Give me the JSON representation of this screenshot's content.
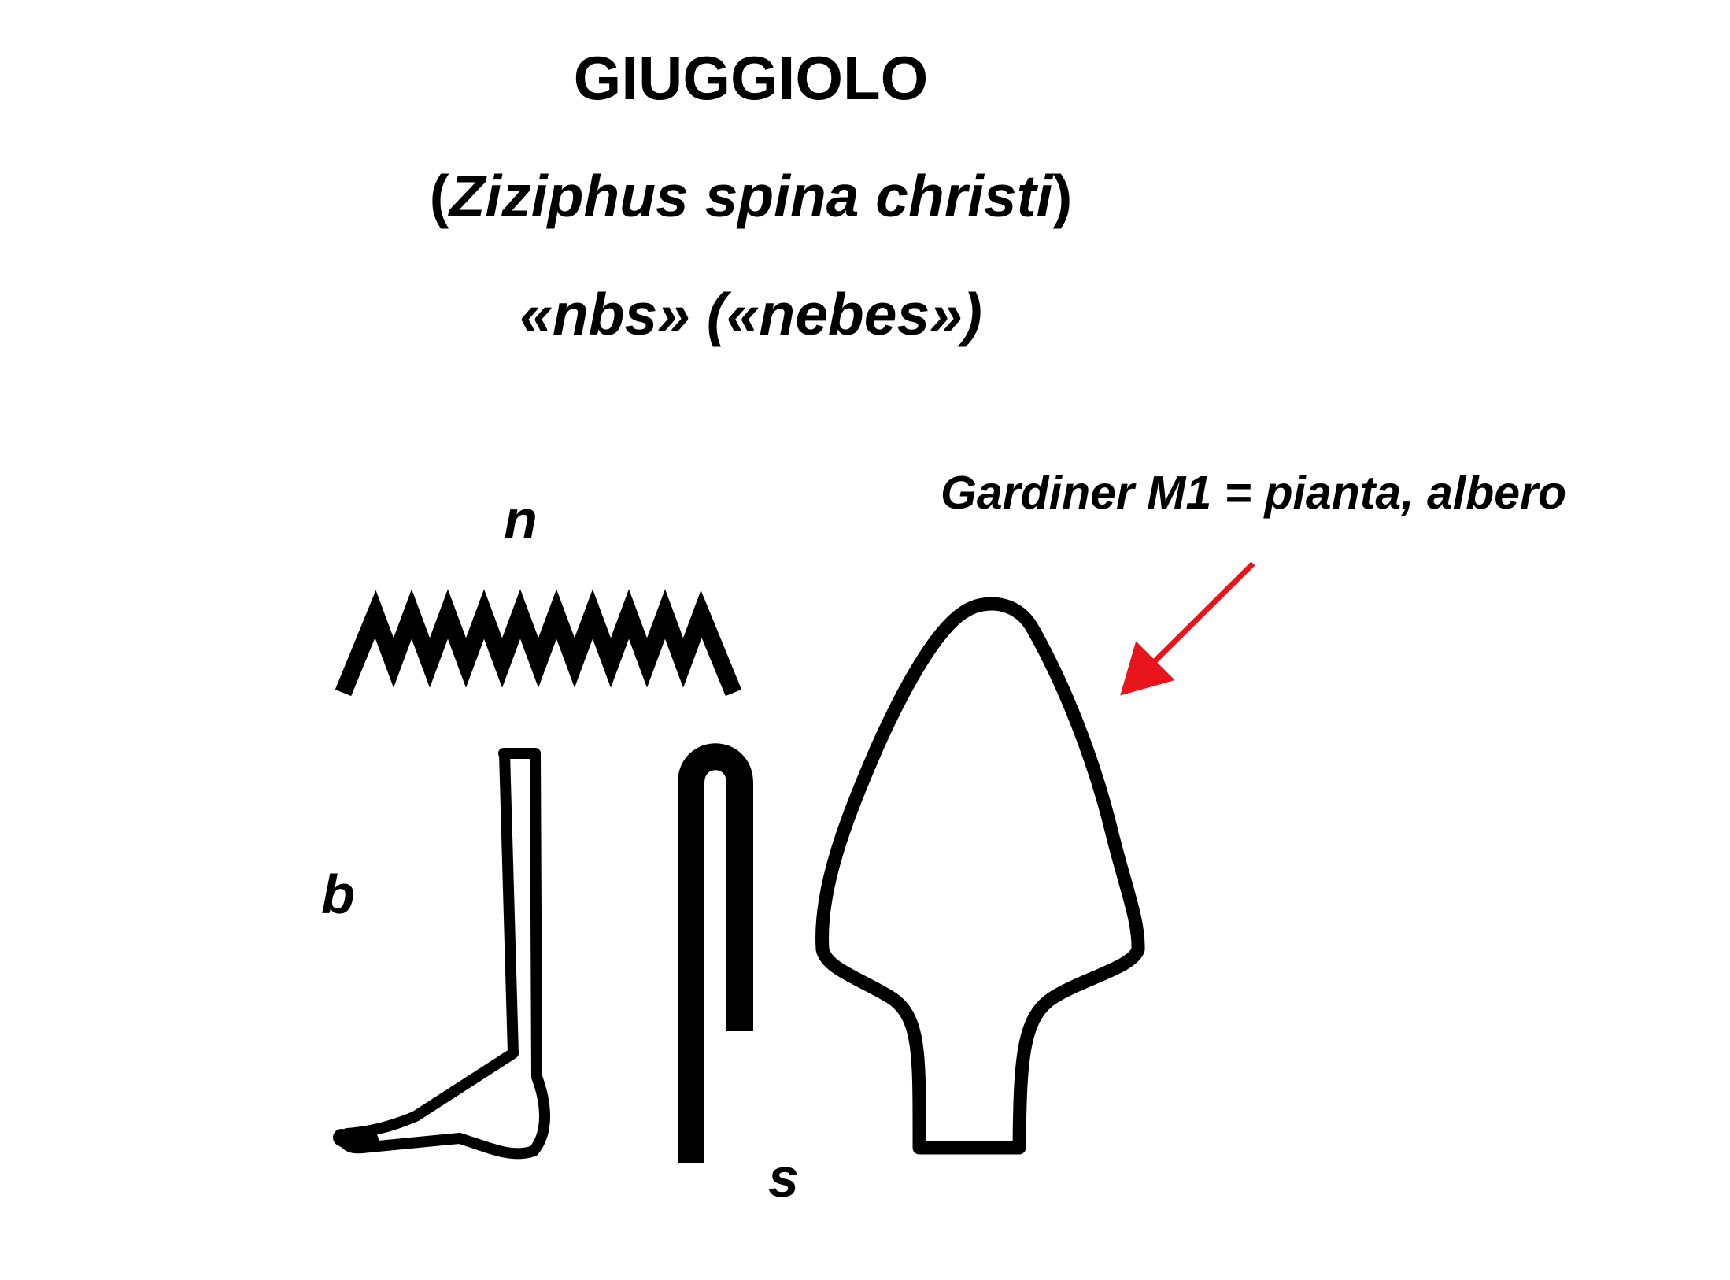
{
  "title": {
    "name": "GIUGGIOLO",
    "scientific_open": "(",
    "scientific_name": "Ziziphus spina christi",
    "scientific_close": ")",
    "transliteration": "«nbs» («nebes»)"
  },
  "hieroglyphs": [
    {
      "phonetic": "n",
      "icon": "water-ripple-hieroglyph-icon"
    },
    {
      "phonetic": "b",
      "icon": "foot-leg-hieroglyph-icon"
    },
    {
      "phonetic": "s",
      "icon": "folded-cloth-hieroglyph-icon"
    }
  ],
  "determinative": {
    "icon": "tree-m1-hieroglyph-icon",
    "annotation": "Gardiner M1 = pianta, albero"
  },
  "colors": {
    "text": "#000000",
    "arrow": "#e8141c",
    "background": "#ffffff"
  }
}
